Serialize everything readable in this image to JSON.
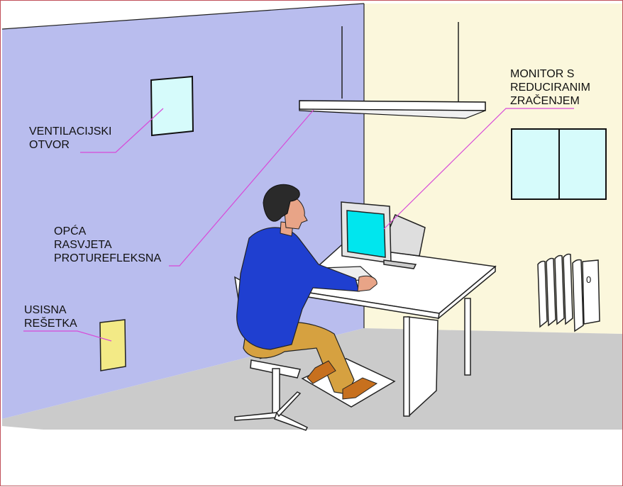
{
  "colors": {
    "left_wall": "#b9bdee",
    "right_wall": "#fbf7dc",
    "floor": "#cbcbcb",
    "leader_line": "#d84ad8",
    "screen": "#00e6ee",
    "window_glass": "#d6fbfb",
    "grille": "#f3ea86",
    "shirt": "#1f3fd0",
    "trousers": "#d6a140",
    "hair": "#2a2a2a",
    "skin": "#e8a487",
    "shoes": "#c7701e"
  },
  "labels": {
    "ventilation": [
      "VENTILACIJSKI",
      "OTVOR"
    ],
    "lighting": [
      "OPĆA",
      "RASVJETA",
      "PROTUREFLEKSNA"
    ],
    "monitor": [
      "MONITOR S",
      "REDUCIRANIM",
      "ZRAČENJEM"
    ],
    "intake": [
      "USISNA",
      "REŠETKA"
    ]
  },
  "icons": {
    "radiator_symbol": "0"
  }
}
